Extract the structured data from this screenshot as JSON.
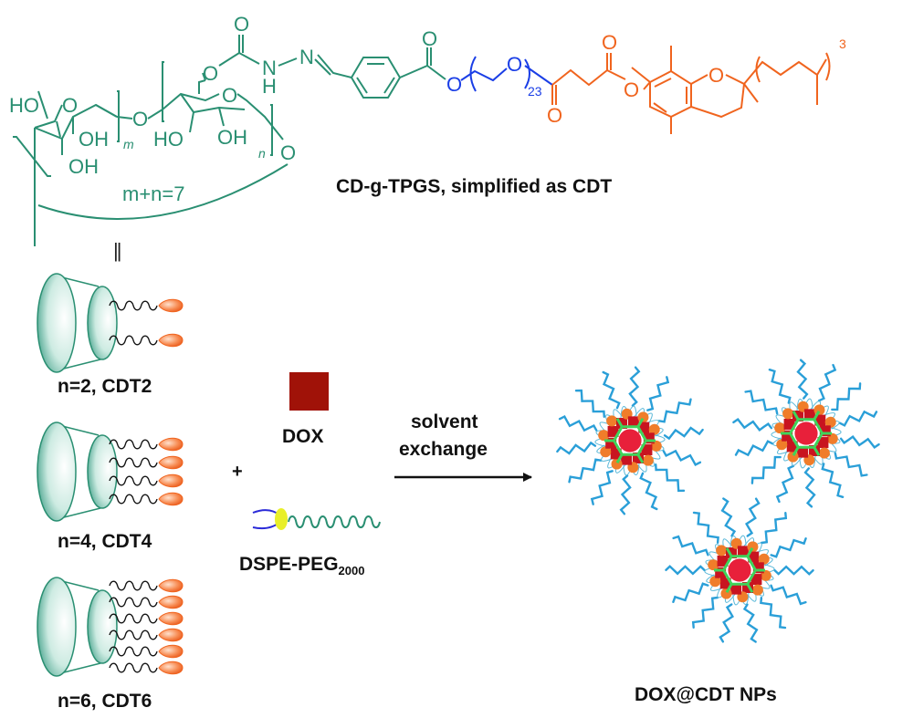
{
  "colors": {
    "cd_green": "#2a8f72",
    "peg_blue": "#1a3ee6",
    "vite_orange": "#f0641e",
    "dox_red": "#a01208",
    "dspe_yellow": "#e8ef2a",
    "dspe_blue": "#2a2ad8",
    "chain_black": "#111111",
    "np_cyan": "#2a9fd8",
    "np_core": "#e8203a",
    "np_green": "#3fd45a"
  },
  "structure": {
    "atoms": {
      "O": "O",
      "N": "N",
      "NH_N": "N",
      "NH_H": "H",
      "HO": "HO",
      "OH": "OH"
    },
    "sub_m": "m",
    "sub_n": "n",
    "sub_23": "23",
    "sub_3": "3",
    "ring_count": "m+n=7",
    "equals_sign": "||"
  },
  "labels": {
    "compound_name": "CD-g-TPGS, simplified as CDT",
    "cdt2": "n=2, CDT2",
    "cdt4": "n=4, CDT4",
    "cdt6": "n=6, CDT6",
    "dox": "DOX",
    "plus": "+",
    "dspe_main": "DSPE-PEG",
    "dspe_sub": "2000",
    "arrow_line1": "solvent",
    "arrow_line2": "exchange",
    "product": "DOX@CDT NPs"
  },
  "variants": [
    {
      "name": "CDT2",
      "n": 2
    },
    {
      "name": "CDT4",
      "n": 4
    },
    {
      "name": "CDT6",
      "n": 6
    }
  ]
}
